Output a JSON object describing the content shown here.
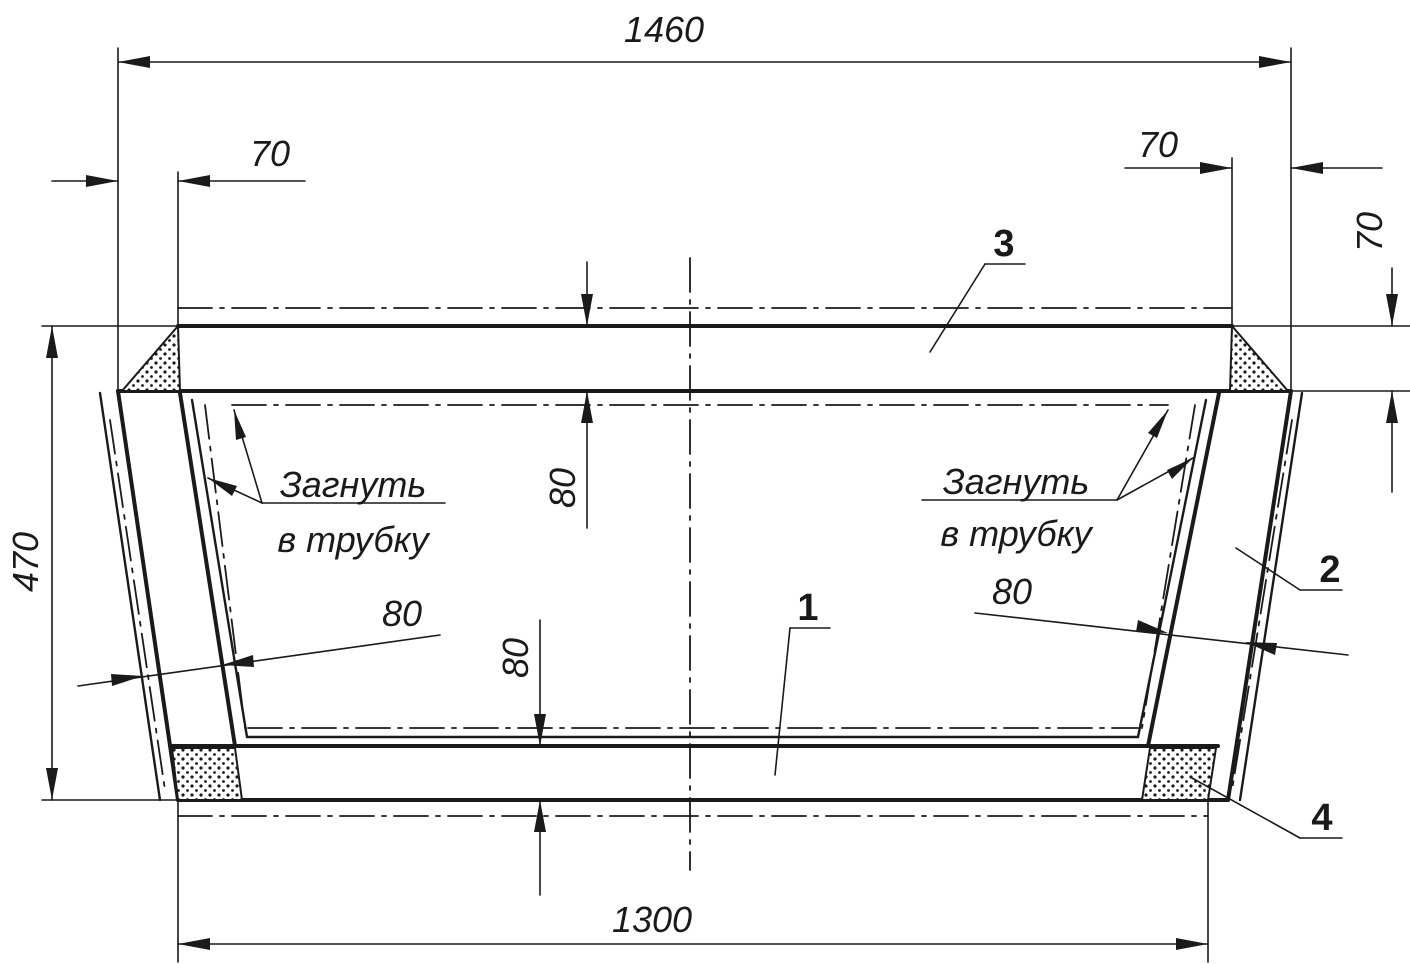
{
  "dimensions": {
    "overall_width": "1460",
    "bottom_width": "1300",
    "height": "470",
    "left_offset": "70",
    "right_offset": "70",
    "top_thickness": "70",
    "top_inner_80": "80",
    "bottom_inner_80": "80",
    "left_side_80": "80",
    "right_side_80": "80"
  },
  "notes": {
    "bend_left_line1": "Загнуть",
    "bend_left_line2": "в трубку",
    "bend_right_line1": "Загнуть",
    "bend_right_line2": "в трубку"
  },
  "positions": {
    "p1": "1",
    "p2": "2",
    "p3": "3",
    "p4": "4"
  }
}
